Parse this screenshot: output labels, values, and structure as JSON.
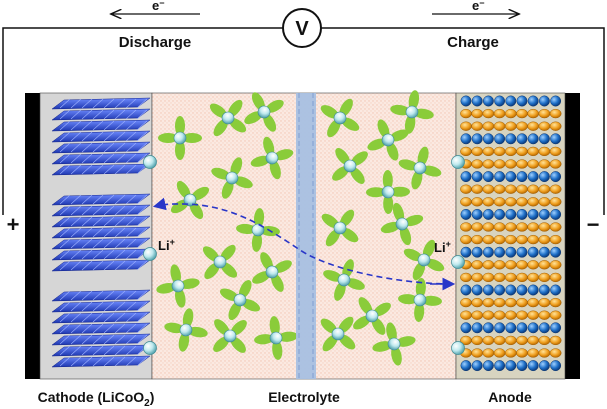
{
  "top": {
    "voltmeter_symbol": "V",
    "left_electron": "e",
    "right_electron": "e",
    "electron_charge": "−",
    "discharge_label": "Discharge",
    "charge_label": "Charge"
  },
  "terminals": {
    "positive": "+",
    "negative": "−"
  },
  "ions": {
    "left_ion": "Li",
    "right_ion": "Li",
    "ion_charge": "+"
  },
  "labels": {
    "cathode_prefix": "Cathode (LiCoO",
    "cathode_subscript": "2",
    "cathode_suffix": ")",
    "electrolyte": "Electrolyte",
    "anode": "Anode"
  },
  "colors": {
    "terminal": "#000000",
    "cathode_panel": "#d6d6d6",
    "cathode_crystal": "#2f4fd6",
    "electrolyte_bg": "#fbe7de",
    "separator": "#a8c0e2",
    "anode_panel": "#d8d4c0",
    "anode_orange": "#f0a020",
    "anode_blue": "#1f70c8",
    "solvent_leaf": "#8acc3a",
    "li_ion": "#b8e6ea",
    "path_arrow": "#2a36c8"
  }
}
